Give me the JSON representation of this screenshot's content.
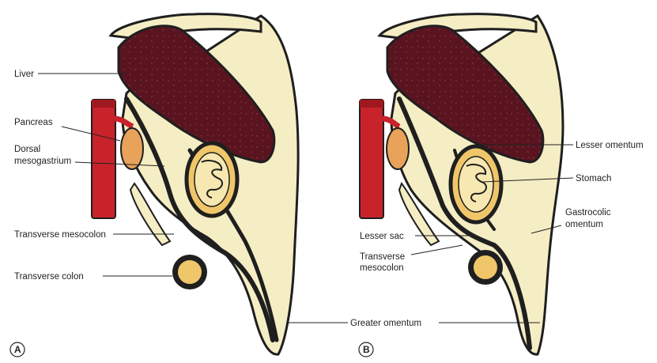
{
  "panels": [
    {
      "id": "A",
      "letter": "A",
      "labels": {
        "liver": "Liver",
        "pancreas": "Pancreas",
        "dorsal_1": "Dorsal",
        "dorsal_2": "mesogastrium",
        "transverse_mesocolon": "Transverse mesocolon",
        "transverse_colon": "Transverse colon"
      }
    },
    {
      "id": "B",
      "letter": "B",
      "labels": {
        "lesser_omentum": "Lesser omentum",
        "stomach": "Stomach",
        "gastrocolic_1": "Gastrocolic",
        "gastrocolic_2": "omentum",
        "lesser_sac": "Lesser sac",
        "transverse_mesocolon_1": "Transverse",
        "transverse_mesocolon_2": "mesocolon"
      }
    }
  ],
  "shared_labels": {
    "greater_omentum": "Greater omentum"
  },
  "colors": {
    "liver": "#5a1420",
    "cream": "#f5edc4",
    "outline": "#1f1f1f",
    "artery": "#c8232b",
    "pancreas": "#e9a25a",
    "colon": "#f0c66a"
  }
}
